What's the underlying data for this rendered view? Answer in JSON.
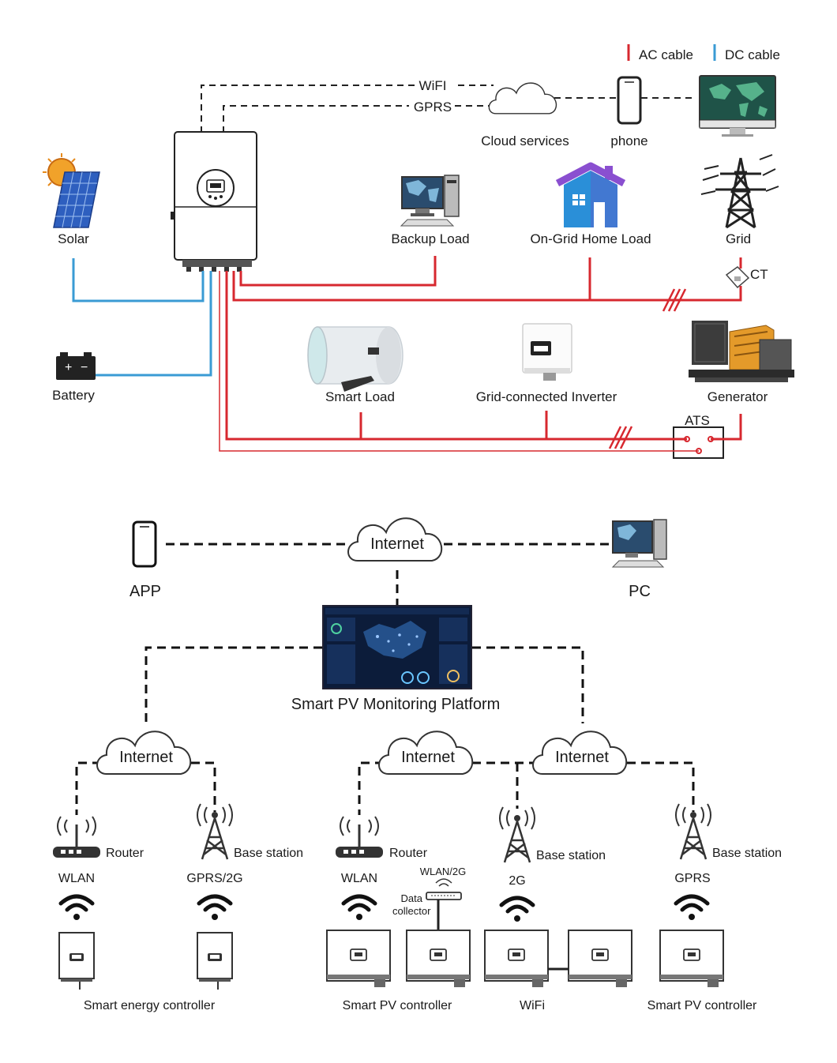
{
  "legend": {
    "ac": "AC cable",
    "dc": "DC cable"
  },
  "colors": {
    "ac": "#d7282f",
    "dc": "#3a9bd4",
    "dash": "#222222",
    "cloud": "#333333"
  },
  "top": {
    "wifi": "WiFI",
    "gprs": "GPRS",
    "cloud": "Cloud services",
    "phone": "phone",
    "solar": "Solar",
    "battery": "Battery",
    "backup_load": "Backup Load",
    "home_load": "On-Grid Home Load",
    "grid": "Grid",
    "ct": "CT",
    "smart_load": "Smart Load",
    "grid_inverter": "Grid-connected Inverter",
    "generator": "Generator",
    "ats": "ATS"
  },
  "bottom": {
    "internet": "Internet",
    "app": "APP",
    "pc": "PC",
    "platform": "Smart PV Monitoring Platform",
    "router": "Router",
    "base_station": "Base station",
    "wlan": "WLAN",
    "gprs_2g": "GPRS/2G",
    "wlan_2g": "WLAN/2G",
    "data_collector": "Data\ncollector",
    "g2": "2G",
    "gprs": "GPRS",
    "smart_energy_controller": "Smart energy controller",
    "smart_pv_controller": "Smart PV controller",
    "wifi": "WiFi"
  }
}
